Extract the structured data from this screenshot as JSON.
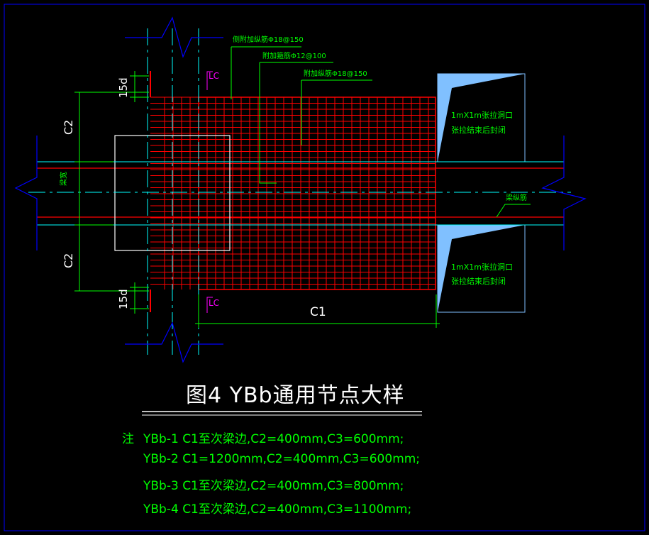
{
  "labels": {
    "rebar_a": "侧附加纵筋Φ18@150",
    "rebar_b": "附加箍筋Φ12@100",
    "rebar_c": "附加纵筋Φ18@150",
    "opening_top": [
      "1mX1m张拉洞口",
      "张拉结束后封闭"
    ],
    "opening_bottom": [
      "1mX1m张拉洞口",
      "张拉结束后封闭"
    ],
    "beam_rebar": "梁纵筋",
    "beam_width": "梁宽",
    "c1": "C1",
    "c2_top": "C2",
    "c2_bottom": "C2",
    "d15_top": "15d",
    "d15_bottom": "15d",
    "lc_top": "LC",
    "lc_bottom": "LC"
  },
  "title": "图4 YBb通用节点大样",
  "notes": [
    {
      "prefix": "注",
      "text": "YBb-1  C1至次梁边,C2=400mm,C3=600mm;"
    },
    {
      "prefix": "",
      "text": "YBb-2  C1=1200mm,C2=400mm,C3=600mm;"
    },
    {
      "prefix": "",
      "text": "YBb-3  C1至次梁边,C2=400mm,C3=800mm;"
    },
    {
      "prefix": "",
      "text": "YBb-4  C1至次梁边,C2=400mm,C3=1100mm;"
    }
  ],
  "colors": {
    "background": "#000000",
    "rebar": "#ff0000",
    "dimension": "#00ff00",
    "axis": "#00ffff",
    "breakline": "#0000ff",
    "outline": "#ffffff",
    "opening_fill": "#80c0ff",
    "marker": "#ff00ff"
  }
}
